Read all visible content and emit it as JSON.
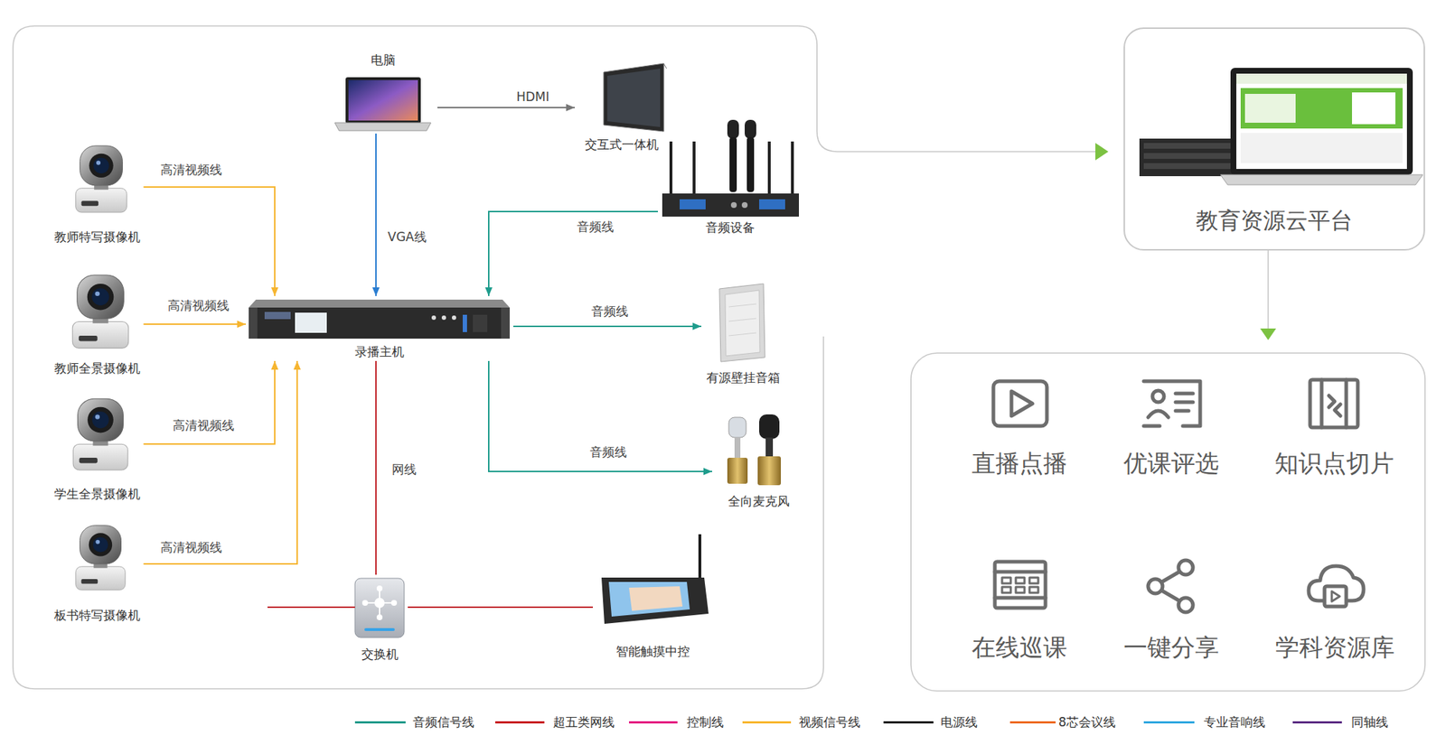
{
  "diagram": {
    "nodes": [
      {
        "text": [
          "电脑"
        ]
      },
      {
        "text": [
          "交互式一体机"
        ]
      },
      {
        "text": [
          "教育资源云平台"
        ]
      },
      {
        "text": [
          "教师特写摄像机"
        ]
      },
      {
        "text": [
          "音频设备"
        ]
      },
      {
        "text": [
          "教师全景摄像机"
        ]
      },
      {
        "text": [
          "录播主机"
        ]
      },
      {
        "text": [
          "有源壁挂音箱"
        ]
      },
      {
        "text": [
          "学生全景摄像机"
        ]
      },
      {
        "text": [
          "全向麦克风"
        ]
      },
      {
        "text": [
          "板书特写摄像机"
        ]
      },
      {
        "text": [
          "交换机"
        ]
      },
      {
        "text": [
          "智能触摸中控"
        ]
      },
      {
        "text": [
          "直播点播"
        ]
      },
      {
        "text": [
          "优课评选"
        ]
      },
      {
        "text": [
          "知识点切片"
        ]
      },
      {
        "text": [
          "在线巡课"
        ]
      },
      {
        "text": [
          "一键分享"
        ]
      },
      {
        "text": [
          "学科资源库"
        ]
      }
    ],
    "edges": [
      {
        "from": 0,
        "to": 1,
        "label": "HDMI",
        "arrow": "to"
      },
      {
        "from": 0,
        "to": 6,
        "label": "VGA线",
        "arrow": "to"
      },
      {
        "from": 3,
        "to": 6,
        "label": "高清视频线",
        "arrow": "to"
      },
      {
        "from": 5,
        "to": 6,
        "label": "高清视频线",
        "arrow": "to"
      },
      {
        "from": 8,
        "to": 6,
        "label": "高清视频线",
        "arrow": "to"
      },
      {
        "from": 10,
        "to": 6,
        "label": "高清视频线",
        "arrow": "to"
      },
      {
        "from": 4,
        "to": 6,
        "label": "音频线",
        "arrow": "to"
      },
      {
        "from": 6,
        "to": 7,
        "label": "音频线",
        "arrow": "to"
      },
      {
        "from": 6,
        "to": 9,
        "label": "音频线",
        "arrow": "to"
      },
      {
        "from": 6,
        "to": 11,
        "label": "网线",
        "arrow": "none"
      },
      {
        "from": 11,
        "to": 12,
        "arrow": "none"
      }
    ],
    "legend": [
      {
        "text": "音频信号线",
        "color": "#1a9a8a"
      },
      {
        "text": "超五类网线",
        "color": "#c8161d"
      },
      {
        "text": "控制线",
        "color": "#e4007f"
      },
      {
        "text": "视频信号线",
        "color": "#f8b62d"
      },
      {
        "text": "电源线",
        "color": "#111111"
      },
      {
        "text": "8芯会议线",
        "color": "#ee6a1f"
      },
      {
        "text": "专业音响线",
        "color": "#2ea7e0"
      },
      {
        "text": "同轴线",
        "color": "#5b2c83"
      }
    ]
  }
}
